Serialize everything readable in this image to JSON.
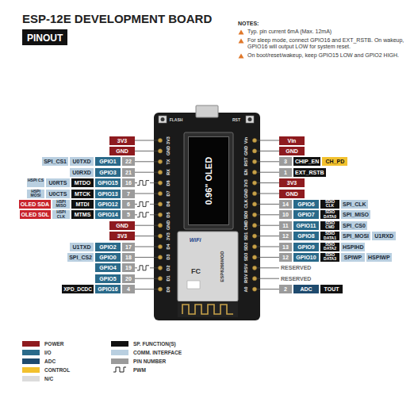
{
  "diagram": {
    "title": "ESP-12E DEVELOPMENT BOARD",
    "nodes": [
      {
        "text": [
          "PINOUT"
        ]
      },
      {
        "text": [
          "0.96\" OLED"
        ]
      }
    ],
    "labels": [
      "NOTES:",
      "Typ. pin current 6mA (Max. 12mA)",
      "For sleep mode, connect GPIO16 and EXT_RSTB. On wakeup, GPIO16 will output LOW for system reset.",
      "On boot/reset/wakeup, keep GPIO15 LOW and GPIO2 HIGH.",
      "3V3",
      "GND",
      "SPI_CS1",
      "U0TXD",
      "GPIO1",
      "22",
      "U0RXD",
      "GPIO3",
      "21",
      "HSPI CS",
      "U0RTS",
      "MTDO",
      "GPIO15",
      "16",
      "HSPI MOSI",
      "U0CTS",
      "MTCK",
      "GPIO13",
      "7",
      "OLED SDA",
      "HSPI MISO",
      "MTDI",
      "GPIO12",
      "6",
      "OLED SDL",
      "HSPI CLK",
      "MTMS",
      "GPIO14",
      "5",
      "GND",
      "3V3",
      "U1TXD",
      "GPIO2",
      "17",
      "SPI_CS2",
      "GPIO0",
      "18",
      "GPIO4",
      "19",
      "GPIO5",
      "20",
      "XPD_DCDC",
      "GPIO16",
      "4",
      "Vin",
      "GND",
      "3",
      "CHIP_EN",
      "CH_PD",
      "1",
      "EXT_RSTB",
      "3V3",
      "GND",
      "14",
      "GPIO6",
      "SDIO CLK",
      "SPI_CLK",
      "10",
      "GPIO7",
      "SDIO DATA0",
      "SPI_MISO",
      "11",
      "GPIO11",
      "SDIO CMD",
      "SPI_CS0",
      "12",
      "GPIO8",
      "SDIO DATA1",
      "SPI_MOSI",
      "U1RXD",
      "13",
      "GPIO9",
      "SDIO DATA2",
      "HSPIHD",
      "12",
      "GPIO10",
      "SDIO DATA3",
      "SPIWP",
      "HSPIWP",
      "RESERVED",
      "RESERVED",
      "2",
      "ADC",
      "TOUT",
      "FLASH",
      "RST",
      "3V3",
      "GND",
      "TX",
      "RX",
      "D8",
      "D7",
      "D6",
      "D5",
      "GND",
      "3V3",
      "D4",
      "D3",
      "D2",
      "D1",
      "D0",
      "Vin",
      "GND",
      "RST",
      "EN",
      "3V3",
      "GND",
      "CLK",
      "SD0",
      "CMD",
      "SD1",
      "SD2",
      "SD3",
      "RSV",
      "RSV",
      "A0",
      "WiFi",
      "ESP8266MOD",
      "FC"
    ],
    "legend": [
      {
        "text": "POWER",
        "color": "#8e1b1f"
      },
      {
        "text": "I/O",
        "color": "#2a6a8a"
      },
      {
        "text": "ADC",
        "color": "#1f4b6e"
      },
      {
        "text": "CONTROL",
        "color": "#f2c12e"
      },
      {
        "text": "N/C",
        "color": "#dcdcdc"
      },
      {
        "text": "SP. FUNCTION(S)",
        "color": "#111111"
      },
      {
        "text": "COMM. INTERFACE",
        "color": "#b9cfe0"
      },
      {
        "text": "PIN NUMBER",
        "color": "#9b9b9b"
      },
      {
        "text": "PWM"
      }
    ]
  }
}
